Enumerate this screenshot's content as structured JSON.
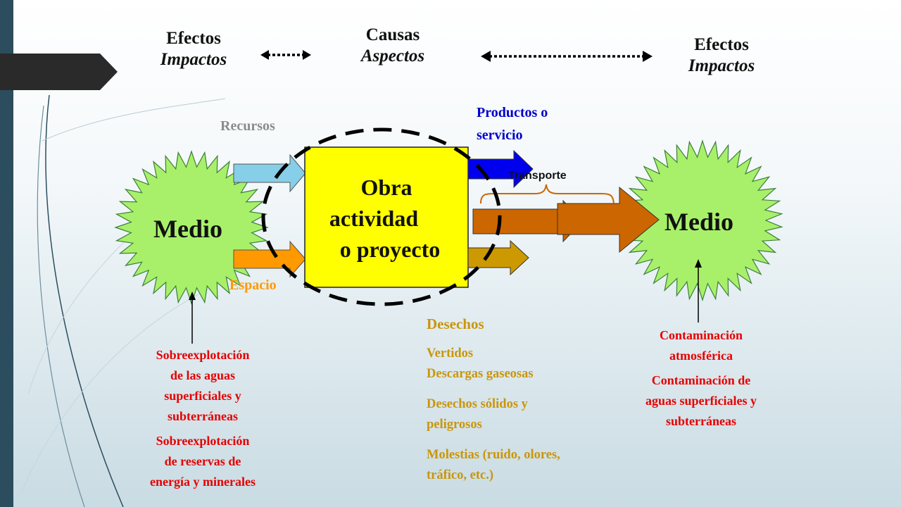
{
  "header": {
    "left": {
      "title": "Efectos",
      "subtitle": "Impactos"
    },
    "center": {
      "title": "Causas",
      "subtitle": "Aspectos"
    },
    "right": {
      "title": "Efectos",
      "subtitle": "Impactos"
    }
  },
  "center_box": {
    "line1": "Obra",
    "line2": "actividad",
    "line3": "o proyecto",
    "fill_color": "#ffff00"
  },
  "medio_left": {
    "label": "Medio",
    "color": "#a8f06a"
  },
  "medio_right": {
    "label": "Medio",
    "color": "#a8f06a"
  },
  "inputs": {
    "recursos": {
      "label": "Recursos",
      "color": "#87cee8"
    },
    "espacio": {
      "label": "Espacio",
      "color": "#ff9900"
    }
  },
  "outputs": {
    "productos": {
      "label_line1": "Productos o",
      "label_line2": "servicio",
      "color": "#0000ee"
    },
    "transporte": {
      "label": "Transporte",
      "color": "#cc6600"
    },
    "desechos_arrow_color": "#cc9900"
  },
  "desechos": {
    "title": "Desechos",
    "items": [
      "Vertidos",
      "Descargas gaseosas",
      "Desechos sólidos y",
      "peligrosos",
      "Molestias (ruido, olores,",
      "tráfico, etc.)"
    ]
  },
  "left_impacts": {
    "block1": [
      "Sobreexplotación",
      "de las aguas",
      "superficiales y",
      "subterráneas"
    ],
    "block2": [
      "Sobreexplotación",
      "de reservas de",
      "energía y minerales"
    ]
  },
  "right_impacts": {
    "block1": [
      "Contaminación",
      "atmosférica"
    ],
    "block2": [
      "Contaminación de",
      "aguas superficiales y",
      "subterráneas"
    ]
  }
}
